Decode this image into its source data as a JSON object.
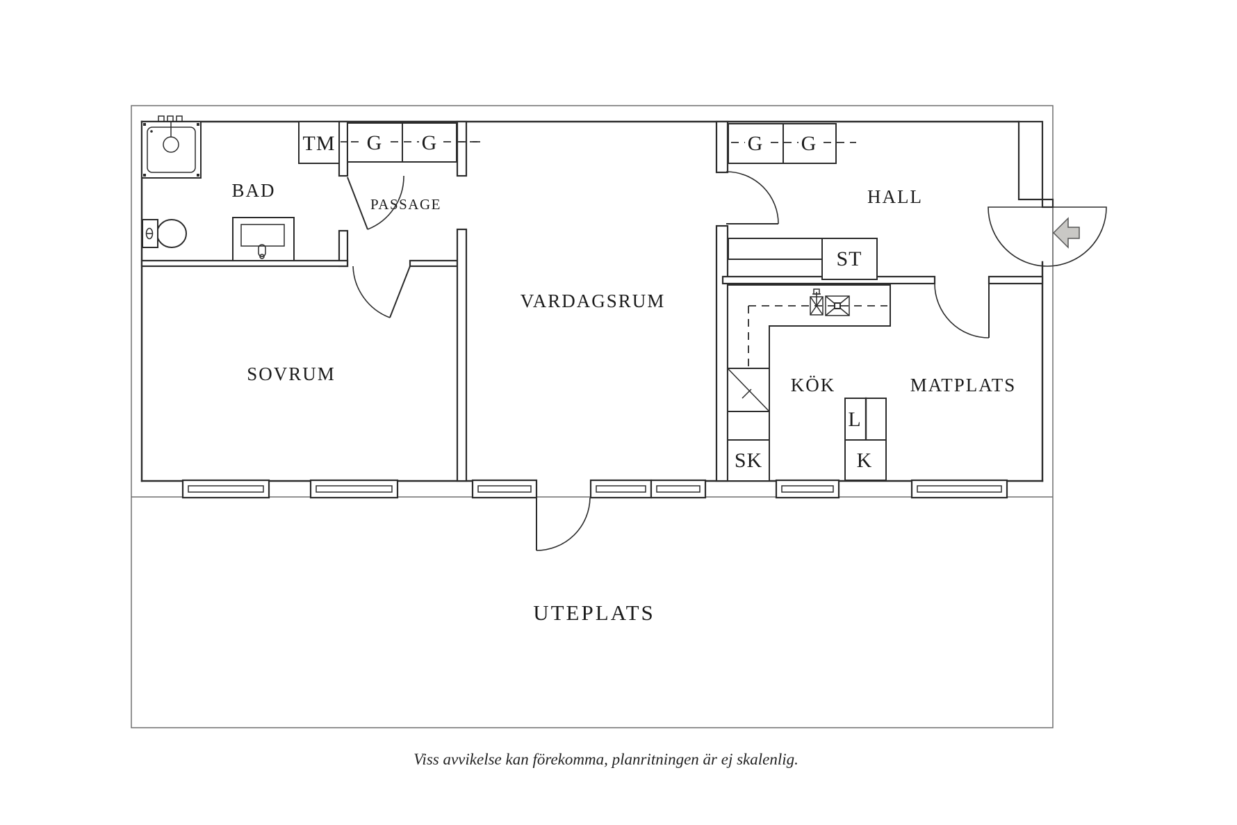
{
  "meta": {
    "type": "floor-plan",
    "language": "sv"
  },
  "rooms": {
    "bad": {
      "label": "BAD"
    },
    "passage": {
      "label": "PASSAGE"
    },
    "sovrum": {
      "label": "SOVRUM"
    },
    "vardagsrum": {
      "label": "VARDAGSRUM"
    },
    "hall": {
      "label": "HALL"
    },
    "kok": {
      "label": "KÖK"
    },
    "matplats": {
      "label": "MATPLATS"
    },
    "uteplats": {
      "label": "UTEPLATS"
    }
  },
  "storage": {
    "tm": "TM",
    "g": "G",
    "st": "ST",
    "sk": "SK",
    "l": "L",
    "k": "K"
  },
  "icons": {
    "entry": "arrow-left",
    "shower": "shower-head",
    "wc": "toilet",
    "bath_sink": "washbasin",
    "kitchen_sink": "crossed-box",
    "kitchen_faucet": "tap-crossed-box",
    "dishwasher": "diagonal-mark",
    "doors": "quarter-arc-swing",
    "windows": "double-line-window"
  },
  "colors": {
    "wall": "#2b2b2b",
    "border": "#6e6e6e",
    "text": "#1b1b1b",
    "arrow_fill": "#c9c8c5",
    "background": "#ffffff"
  },
  "footer": {
    "disclaimer": "Viss avvikelse kan förekomma, planritningen är ej skalenlig."
  }
}
